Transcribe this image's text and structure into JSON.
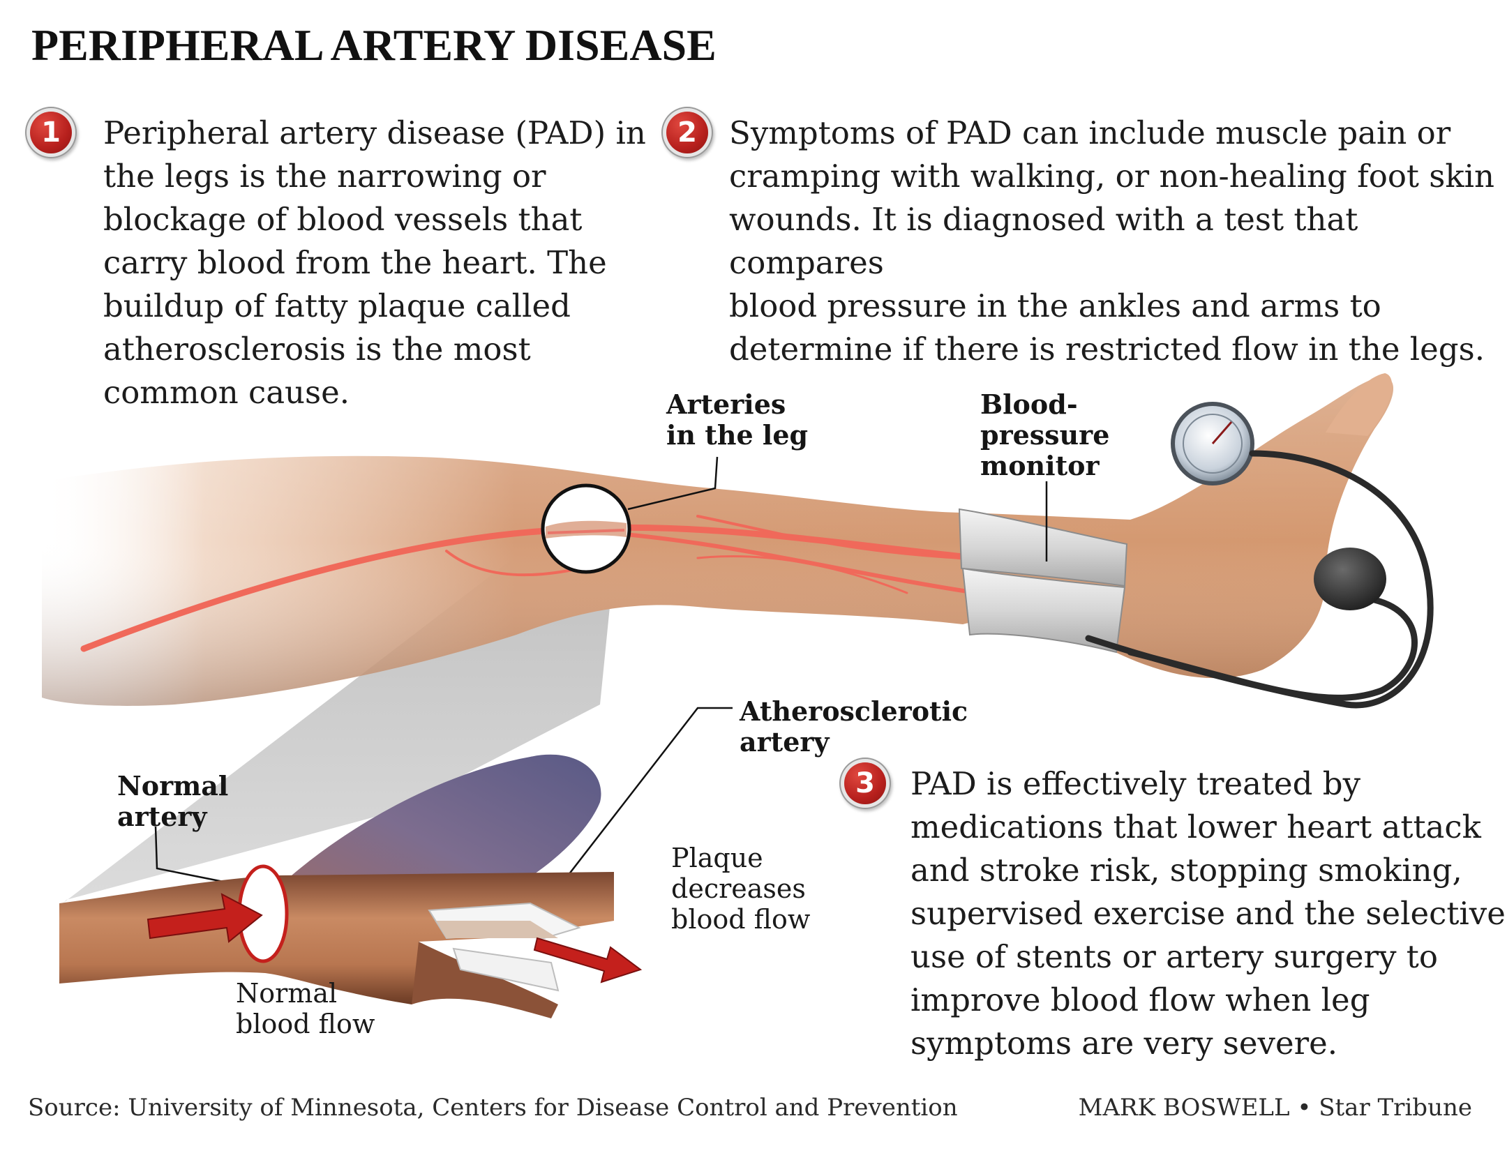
{
  "title": "PERIPHERAL ARTERY DISEASE",
  "sections": [
    {
      "number": "1",
      "lines": [
        "Peripheral artery disease (PAD) in",
        "the legs is the narrowing or",
        "blockage of blood vessels that",
        "carry blood from the heart. The",
        "buildup of fatty plaque called",
        "atherosclerosis is the most",
        "common cause."
      ]
    },
    {
      "number": "2",
      "lines": [
        "Symptoms of PAD can include muscle pain or",
        "cramping with walking, or non-healing foot skin",
        "wounds. It is diagnosed with a test that compares",
        "blood pressure in the ankles and arms to",
        "determine if there is restricted flow in the legs."
      ]
    },
    {
      "number": "3",
      "lines": [
        "PAD is effectively treated by",
        "medications that lower heart attack",
        "and stroke risk, stopping smoking,",
        "supervised exercise and the selective",
        "use of stents or artery surgery to",
        "improve blood flow when leg",
        "symptoms are very severe."
      ]
    }
  ],
  "labels": {
    "arteries": [
      "Arteries",
      "in the leg"
    ],
    "monitor": [
      "Blood-",
      "pressure",
      "monitor"
    ],
    "atherosclerotic": [
      "Atherosclerotic",
      "artery"
    ],
    "normal_artery": [
      "Normal",
      "artery"
    ],
    "plaque": [
      "Plaque",
      "decreases",
      "blood flow"
    ],
    "normal_flow": [
      "Normal",
      "blood flow"
    ]
  },
  "footer": {
    "source": "Source: University of Minnesota, Centers for Disease Control and Prevention",
    "credit": "MARK BOSWELL • Star Tribune"
  },
  "colors": {
    "badge_red": "#b7201d",
    "artery_red": "#f0695a",
    "arrow_red": "#c4201c",
    "skin": "#d9a07a",
    "cuff": "#dcdcdc"
  }
}
